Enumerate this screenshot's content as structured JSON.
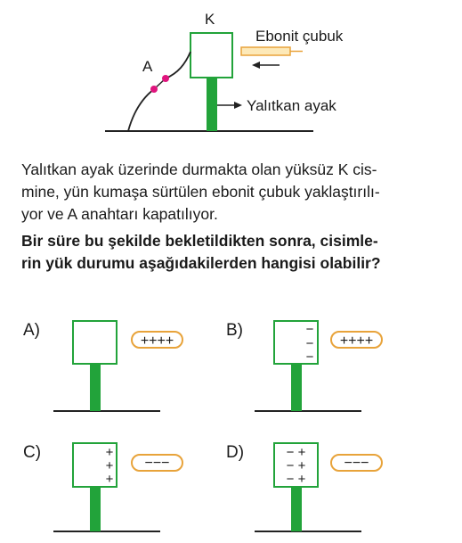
{
  "diagram": {
    "body_label": "K",
    "switch_label": "A",
    "rod_label": "Ebonit çubuk",
    "stand_label": "Yalıtkan ayak"
  },
  "stem": {
    "line1": "Yalıtkan ayak üzerinde durmakta olan yüksüz K cis-",
    "line2": "mine, yün kumaşa sürtülen ebonit çubuk yaklaştırılı-",
    "line3": "yor ve A anahtarı kapatılıyor.",
    "question1": "Bir süre bu şekilde bekletildikten sonra, cisimle-",
    "question2": "rin yük durumu aşağıdakilerden hangisi olabilir?"
  },
  "options": [
    {
      "letter": "A)",
      "box_charges": [],
      "rod_charge": "++++"
    },
    {
      "letter": "B)",
      "box_charges": [
        "−",
        "−",
        "−"
      ],
      "rod_charge": "++++"
    },
    {
      "letter": "C)",
      "box_charges": [
        "+",
        "+",
        "+"
      ],
      "rod_charge": "−−−"
    },
    {
      "letter": "D)",
      "box_charges": [
        "− +",
        "− +",
        "− +"
      ],
      "rod_charge": "−−−"
    }
  ],
  "colors": {
    "green": "#22a33a",
    "rod_fill": "#fde9b8",
    "rod_stroke": "#e8a33a",
    "switch": "#e0157e"
  }
}
